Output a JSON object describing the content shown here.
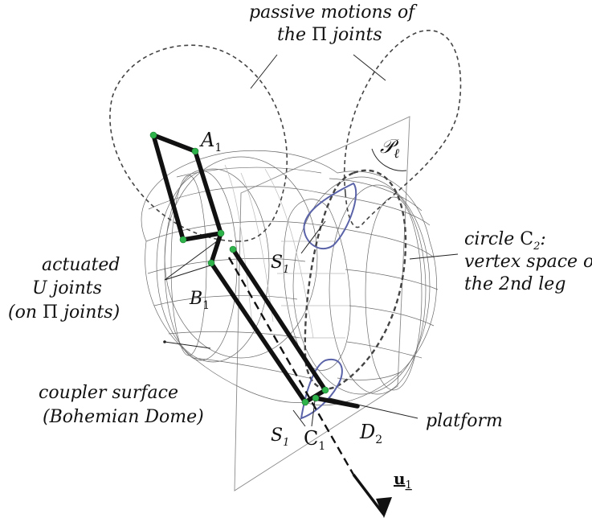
{
  "labels": {
    "passive_line1": "passive motions of",
    "passive_line2_pre": "the",
    "passive_line2_sym": "Π",
    "passive_line2_post": "joints",
    "A1": "A",
    "A1_sub": "1",
    "P_sym": "𝒫",
    "P_sub": "ℓ",
    "S1_top": "S",
    "S1_top_sub": "1",
    "circle_line1": "circle",
    "circle_sym": "C",
    "circle_sub": "2",
    "circle_colon": ":",
    "circle_line2": "vertex space of",
    "circle_line3": "the 2nd leg",
    "actuated_line1": "actuated",
    "actuated_line2": "U joints",
    "actuated_line3_pre": "(on",
    "actuated_line3_sym": "Π",
    "actuated_line3_post": "joints)",
    "B1": "B",
    "B1_sub": "1",
    "coupler_line1": "coupler surface",
    "coupler_line2": "(Bohemian Dome)",
    "platform": "platform",
    "S1_bottom": "S",
    "S1_bottom_sub": "1",
    "C1": "C",
    "C1_sub": "1",
    "D2": "D",
    "D2_sub": "2",
    "u1": "u",
    "u1_sub": "1"
  },
  "colors": {
    "joint_green": "#2db34a",
    "curve_blue": "#5a63a8",
    "link_black": "#111111",
    "mesh_gray": "#6b6b6b"
  }
}
